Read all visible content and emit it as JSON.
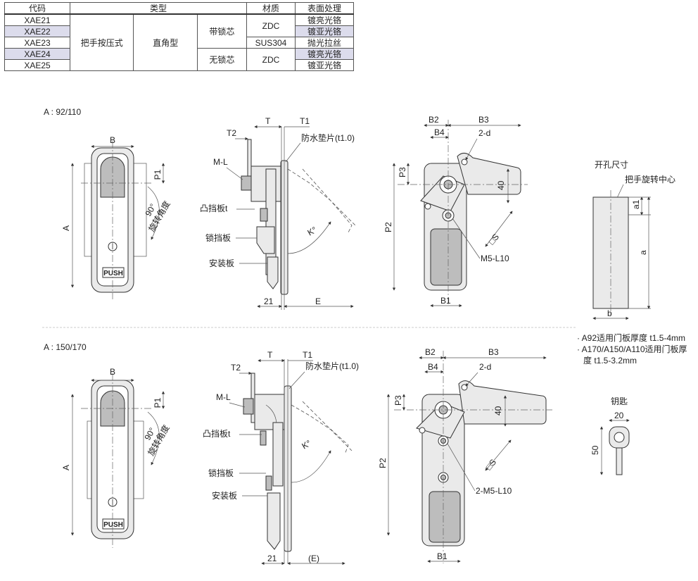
{
  "table": {
    "headers": [
      "代码",
      "类型",
      "材质",
      "表面处理"
    ],
    "rows": [
      {
        "code": "XAE21",
        "finish": "镀亮光铬"
      },
      {
        "code": "XAE22",
        "finish": "镀亚光铬"
      },
      {
        "code": "XAE23",
        "finish": "抛光拉丝"
      },
      {
        "code": "XAE24",
        "finish": "镀亮光铬"
      },
      {
        "code": "XAE25",
        "finish": "镀亚光铬"
      }
    ],
    "type_main": "把手按压式",
    "type_sub": "直角型",
    "lock_with": "带锁芯",
    "lock_without": "无锁芯",
    "mat_zdc1": "ZDC",
    "mat_sus": "SUS304",
    "mat_zdc2": "ZDC"
  },
  "section1": {
    "heading": "A : 92/110",
    "front": {
      "B": "B",
      "A": "A",
      "P1": "P1",
      "angle": "90°",
      "rot": "旋转角度",
      "push": "PUSH"
    },
    "side": {
      "T": "T",
      "T1": "T1",
      "T2": "T2",
      "ML": "M-L",
      "waterproof": "防水垫片(t1.0)",
      "convex": "凸挡板t",
      "lockplate": "锁挡板",
      "mount": "安装板",
      "K": "K°",
      "dim21": "21",
      "E": "E"
    },
    "back": {
      "B2": "B2",
      "B3": "B3",
      "B4": "B4",
      "d": "2-d",
      "P3": "P3",
      "P2": "P2",
      "d40": "40",
      "S": "□S",
      "M5": "M5-L10",
      "B1": "B1"
    },
    "cutout": {
      "title": "开孔尺寸",
      "center": "把手旋转中心",
      "a1": "a1",
      "a": "a",
      "b": "b"
    }
  },
  "section2": {
    "heading": "A : 150/170",
    "front": {
      "B": "B",
      "A": "A",
      "P1": "P1",
      "angle": "90°",
      "rot": "旋转角度",
      "push": "PUSH"
    },
    "side": {
      "T": "T",
      "T1": "T1",
      "T2": "T2",
      "ML": "M-L",
      "waterproof": "防水垫片(t1.0)",
      "convex": "凸挡板t",
      "lockplate": "锁挡板",
      "mount": "安装板",
      "K": "K°",
      "dim21": "21",
      "E": "(E)"
    },
    "back": {
      "B2": "B2",
      "B3": "B3",
      "B4": "B4",
      "d": "2-d",
      "P3": "P3",
      "P2": "P2",
      "d40": "40",
      "S": "□S",
      "M5": "2-M5-L10",
      "B1": "B1"
    }
  },
  "notes": {
    "line1": "· A92适用门板厚度 t1.5-4mm",
    "line2": "· A170/A150/A110适用门板厚",
    "line3": "度 t1.5-3.2mm"
  },
  "key": {
    "title": "钥匙",
    "w": "20",
    "h": "50"
  }
}
